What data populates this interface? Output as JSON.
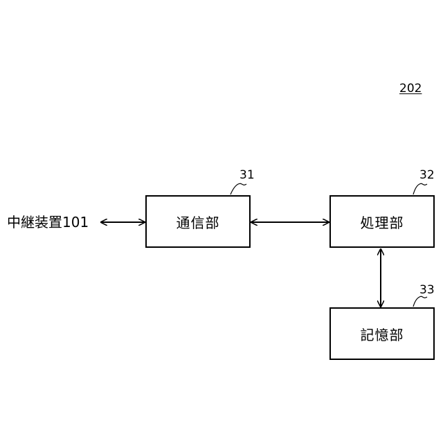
{
  "figure": {
    "ref": "202"
  },
  "external": {
    "label": "中継装置101"
  },
  "blocks": [
    {
      "id": "comm",
      "label": "通信部",
      "ref": "31"
    },
    {
      "id": "proc",
      "label": "処理部",
      "ref": "32"
    },
    {
      "id": "mem",
      "label": "記憶部",
      "ref": "33"
    }
  ],
  "colors": {
    "stroke": "#000000",
    "background": "#ffffff"
  }
}
